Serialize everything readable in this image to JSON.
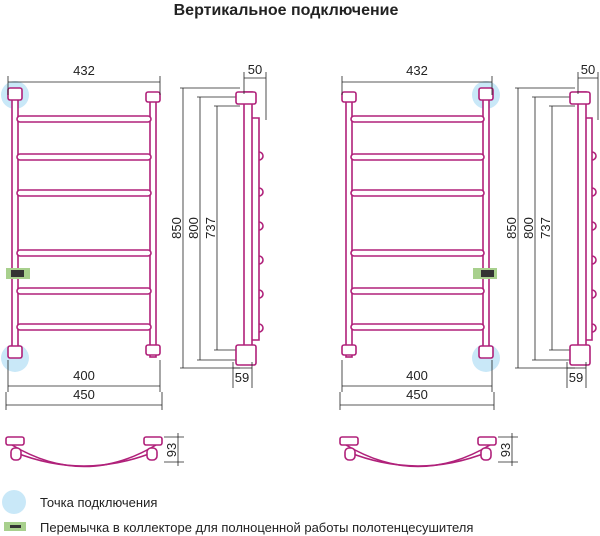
{
  "title": "Вертикальное подключение",
  "colors": {
    "tube": "#b0217a",
    "connection_point": "#c9e8f8",
    "jumper": "#a8d08d",
    "dimension_line": "#222222"
  },
  "left_drawing": {
    "front": {
      "width_top": "432",
      "width_inner": "400",
      "width_total": "450",
      "height_total": "850",
      "height_mid": "800",
      "height_inner": "737"
    },
    "side": {
      "depth_top": "50",
      "depth_bottom": "59"
    },
    "top": {
      "depth": "93"
    }
  },
  "right_drawing": {
    "front": {
      "width_top": "432",
      "width_inner": "400",
      "width_total": "450",
      "height_total": "850",
      "height_mid": "800",
      "height_inner": "737"
    },
    "side": {
      "depth_top": "50",
      "depth_bottom": "59"
    },
    "top": {
      "depth": "93"
    }
  },
  "legend": {
    "connection_point": {
      "icon": "connection-point-circle",
      "label": "Точка подключения"
    },
    "jumper": {
      "icon": "collector-jumper-bar",
      "label": "Перемычка в коллекторе для полноценной работы полотенцесушителя"
    }
  }
}
